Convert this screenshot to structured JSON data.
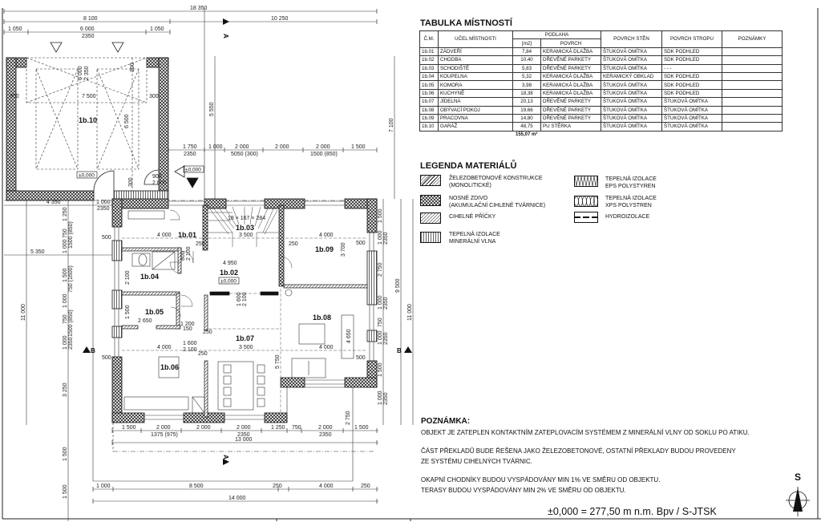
{
  "room_table": {
    "title": "TABULKA MÍSTNOSTÍ",
    "headers": {
      "cm": "Č.M.",
      "purpose": "UČEL MÍSTNOSTI",
      "floor": "PODLAHA",
      "area_unit": "[m2]",
      "surface": "POVRCH",
      "walls": "POVRCH STĚN",
      "ceiling": "POVRCH STROPU",
      "notes": "POZNÁMKY"
    },
    "rows": [
      [
        "1b.01",
        "ZÁDVEŘÍ",
        "7,84",
        "KERAMICKÁ DLAŽBA",
        "ŠTUKOVÁ OMÍTKA",
        "SDK PODHLED",
        ""
      ],
      [
        "1b.02",
        "CHODBA",
        "10,40",
        "DŘEVĚNÉ PARKETY",
        "ŠTUKOVÁ OMÍTKA",
        "SDK PODHLED",
        ""
      ],
      [
        "1b.03",
        "SCHODIŠTĚ",
        "5,83",
        "DŘEVĚNÉ PARKETY",
        "ŠTUKOVÁ OMÍTKA",
        "- - -",
        ""
      ],
      [
        "1b.04",
        "KOUPELNA",
        "5,32",
        "KERAMICKÁ DLAŽBA",
        "KERAMICKÝ OBKLAD",
        "SDK PODHLED",
        ""
      ],
      [
        "1b.05",
        "KOMORA",
        "3,98",
        "KERAMICKÁ DLAŽBA",
        "ŠTUKOVÁ OMÍTKA",
        "SDK PODHLED",
        ""
      ],
      [
        "1b.06",
        "KUCHYNĚ",
        "18,38",
        "KERAMICKÁ DLAŽBA",
        "ŠTUKOVÁ OMÍTKA",
        "SDK PODHLED",
        ""
      ],
      [
        "1b.07",
        "JÍDELNA",
        "20,13",
        "DŘEVĚNÉ PARKETY",
        "ŠTUKOVÁ OMÍTKA",
        "ŠTUKOVÁ OMÍTKA",
        ""
      ],
      [
        "1b.08",
        "OBÝVACÍ POKOJ",
        "19,66",
        "DŘEVĚNÉ PARKETY",
        "ŠTUKOVÁ OMÍTKA",
        "ŠTUKOVÁ OMÍTKA",
        ""
      ],
      [
        "1b.09",
        "PRACOVNA",
        "14,80",
        "DŘEVĚNÉ PARKETY",
        "ŠTUKOVÁ OMÍTKA",
        "ŠTUKOVÁ OMÍTKA",
        ""
      ],
      [
        "1b.10",
        "GARÁŽ",
        "48,75",
        "PU STĚRKA",
        "ŠTUKOVÁ OMÍTKA",
        "ŠTUKOVÁ OMÍTKA",
        ""
      ]
    ],
    "total": "155,07 m²"
  },
  "legend": {
    "title": "LEGENDA MATERIÁLŮ",
    "items": [
      {
        "l1": "ŽELEZOBETONOVÉ KONSTRUKCE",
        "l2": "(MONOLITICKÉ)"
      },
      {
        "l1": "NOSNÉ ZDIVO",
        "l2": " (AKUMULAČNÍ CIHLENÉ TVÁRNICE)"
      },
      {
        "l1": "CIHELNÉ PŘÍČKY",
        "l2": ""
      },
      {
        "l1": "TEPELNÁ IZOLACE",
        "l2": "MINERÁLNÍ VLNA"
      },
      {
        "l1": "TEPELNÁ IZOLACE",
        "l2": "EPS POLYSTYREN"
      },
      {
        "l1": "TEPELNÁ IZOLACE",
        "l2": "XPS POLYSTREN"
      },
      {
        "l1": "HYDROIZOLACE",
        "l2": ""
      }
    ]
  },
  "notes": {
    "title": "POZNÁMKA:",
    "lines": [
      "OBJEKT JE ZATEPLEN KONTAKTNÍM ZATEPLOVACÍM SYSTÉMEM Z MINERÁLNÍ VLNY OD SOKLU PO ATIKU.",
      "ČÁST PŘEKLADŮ BUDE ŘEŠENA JAKO ŽELEZOBETONOVÉ, OSTATNÍ PŘEKLADY BUDOU PROVEDENY",
      "ZE SYSTÉMU CIHELNÝCH TVÁRNIC.",
      "OKAPNÍ CHODNÍKY BUDOU VYSPÁDOVÁNY MIN 1% VE SMĚRU OD OBJEKTU.",
      "TERASY BUDOU VYSPÁDOVÁNY MIN 2% VE SMĚRU OD OBJEKTU."
    ],
    "elevation": "±0,000 = 277,50 m n.m. Bpv / S-JTSK"
  },
  "north": {
    "label": "S"
  },
  "plan": {
    "rooms": [
      "1b.01",
      "1b.02",
      "1b.03",
      "1b.04",
      "1b.05",
      "1b.06",
      "1b.07",
      "1b.08",
      "1b.09",
      "1b.10"
    ],
    "levels": [
      "±0,000",
      "±0,000",
      "±0,000"
    ],
    "sections": [
      "A",
      "A",
      "B",
      "B"
    ],
    "stair": "18 × 167 × 284",
    "dimensions": [
      "18 350",
      "8 100",
      "10 250",
      "1 050",
      "6 000",
      "2350",
      "1 050",
      "300",
      "7 500",
      "300",
      "6 000",
      "2 350",
      "6 500",
      "300",
      "300",
      "5 550",
      "7 100",
      "1 750",
      "2350",
      "1 000",
      "2 000",
      "5050 (300)",
      "2 000",
      "2 000",
      "1500 (850)",
      "1 500",
      "900",
      "2 000",
      "4 350",
      "1 000",
      "2350",
      "5 350",
      "11 000",
      "3 250",
      "1 500",
      "1 500",
      "1 250",
      "750",
      "1500 (850)",
      "1 000",
      "1 500",
      "750 (1600)",
      "1 000",
      "750",
      "1500 (850)",
      "1 000",
      "2350",
      "1 500",
      "1 000",
      "2350",
      "2 750",
      "1 000",
      "2350",
      "750",
      "1 000",
      "2350",
      "1 500",
      "1 000",
      "2350",
      "2 750",
      "9 500",
      "11 000",
      "4 000",
      "3 500",
      "4 000",
      "4 950",
      "4 000",
      "3 500",
      "4 000",
      "250",
      "250",
      "500",
      "500",
      "500",
      "500",
      "1 500",
      "2 000",
      "1375 (975)",
      "2 000",
      "2 000",
      "2350",
      "1 250",
      "750",
      "2 000",
      "2350",
      "1 500",
      "13 000",
      "1 000",
      "8 500",
      "250",
      "4 000",
      "250",
      "14 000",
      "2 100",
      "800",
      "2 100",
      "2 650",
      "1 200",
      "1 600",
      "2 100",
      "3 700",
      "5 750",
      "4 650",
      "1 600",
      "2 100",
      "1 500",
      "150",
      "250",
      "250"
    ]
  }
}
